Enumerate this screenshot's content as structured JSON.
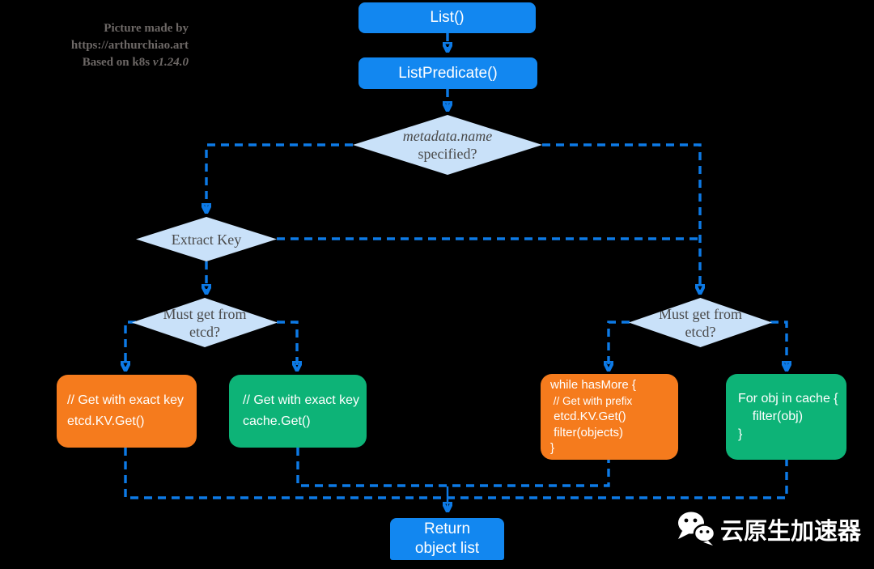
{
  "colors": {
    "background": "#000000",
    "node_blue": "#1287f0",
    "connector_blue": "#0d7ae6",
    "diamond_fill": "#c9e1f9",
    "diamond_text": "#4a4a4a",
    "orange": "#f57b1d",
    "green": "#0db377",
    "attribution_gray": "#6d6866",
    "text_white": "#ffffff"
  },
  "attribution": {
    "line1": "Picture made by",
    "line2": "https://arthurchiao.art",
    "line3_prefix": "Based on k8s ",
    "line3_version": "v1.24.0"
  },
  "nodes": {
    "list": {
      "label": "List()"
    },
    "list_predicate": {
      "label": "ListPredicate()"
    },
    "metadata_name": {
      "line1": "metadata.name",
      "line2": "specified?"
    },
    "extract_key": {
      "label": "Extract Key"
    },
    "must_get_left": {
      "line1": "Must get from",
      "line2": "etcd?"
    },
    "must_get_right": {
      "line1": "Must get from",
      "line2": "etcd?"
    },
    "etcd_get_exact": {
      "lines": [
        "// Get with exact key",
        "etcd.KV.Get()"
      ]
    },
    "cache_get_exact": {
      "lines": [
        "// Get with exact key",
        "cache.Get()"
      ]
    },
    "etcd_get_prefix": {
      "lines": [
        "while hasMore {",
        " // Get with prefix",
        " etcd.KV.Get()",
        " filter(objects)",
        "}"
      ]
    },
    "cache_iterate": {
      "lines": [
        "For obj in cache {",
        "    filter(obj)",
        "}"
      ]
    },
    "return_box": {
      "line1": "Return",
      "line2": "object list"
    }
  },
  "footer": {
    "logo": "wechat-icon",
    "brand": "云原生加速器"
  }
}
